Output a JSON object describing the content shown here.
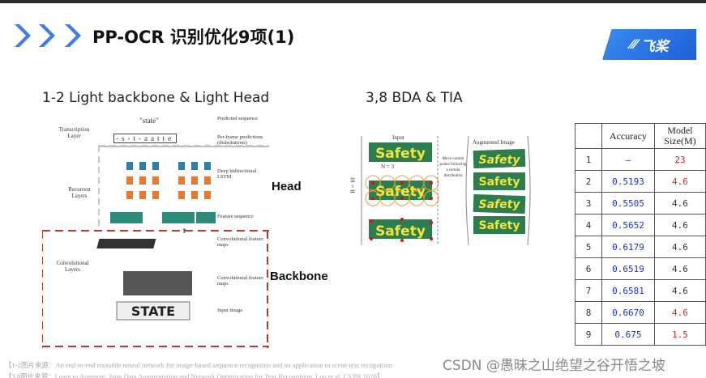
{
  "header": {
    "title": "PP-OCR 识别优化9项(1)",
    "logo_text": "飞桨"
  },
  "sections": {
    "left_title": "1-2 Light backbone & Light Head",
    "right_title": "3,8 BDA & TIA"
  },
  "crnn_figure": {
    "transcription_layer": "Transcription Layer",
    "state_word": "\"state\"",
    "char_seq": [
      "-",
      "s",
      "-",
      "t",
      "-",
      "a",
      "a",
      "t",
      "t",
      "e"
    ],
    "recurrent_layers": "Recurrent Layers",
    "convolutional_layers": "Convolutional Layers",
    "right_labels": [
      "Predicted sequence",
      "Per-frame predictions (disbritutions)",
      "Deep bidirectional LSTM",
      "Feature sequence",
      "Convolutional feature maps",
      "Convolutional feature maps",
      "Input image"
    ],
    "input_text": "STATE",
    "head_label": "Head",
    "backbone_label": "Backbone"
  },
  "aug_figure": {
    "input_label": "Input",
    "n_label": "N = 3",
    "r_label": "R = 10",
    "move_text": "Move control points following a certain distribution",
    "augmented_label": "Augmented Image",
    "word": "Safety"
  },
  "table": {
    "headers": [
      "",
      "Accuracy",
      "Model Size(M)"
    ],
    "rows": [
      {
        "id": "1",
        "acc": "—",
        "size": "23",
        "size_red": true
      },
      {
        "id": "2",
        "acc": "0.5193",
        "size": "4.6",
        "size_red": true
      },
      {
        "id": "3",
        "acc": "0.5505",
        "size": "4.6",
        "size_red": false
      },
      {
        "id": "4",
        "acc": "0.5652",
        "size": "4.6",
        "size_red": false
      },
      {
        "id": "5",
        "acc": "0.6179",
        "size": "4.6",
        "size_red": false
      },
      {
        "id": "6",
        "acc": "0.6519",
        "size": "4.6",
        "size_red": false
      },
      {
        "id": "7",
        "acc": "0.6581",
        "size": "4.6",
        "size_red": false
      },
      {
        "id": "8",
        "acc": "0.6670",
        "size": "4.6",
        "size_red": true
      },
      {
        "id": "9",
        "acc": "0.675",
        "size": "1.5",
        "size_red": true
      }
    ]
  },
  "footer": {
    "line1": "【1-2图片来源：An end-to-end trainable neural network for image-based sequence recognition and its application to scene text recognition",
    "line2": "【3,8图片来源：Learn to Augment: Joint Data Augmentation and Network Optimization for Text Recognition, Luo et al. CVPR 2020】",
    "watermark": "CSDN @愚昧之山绝望之谷开悟之坡"
  }
}
